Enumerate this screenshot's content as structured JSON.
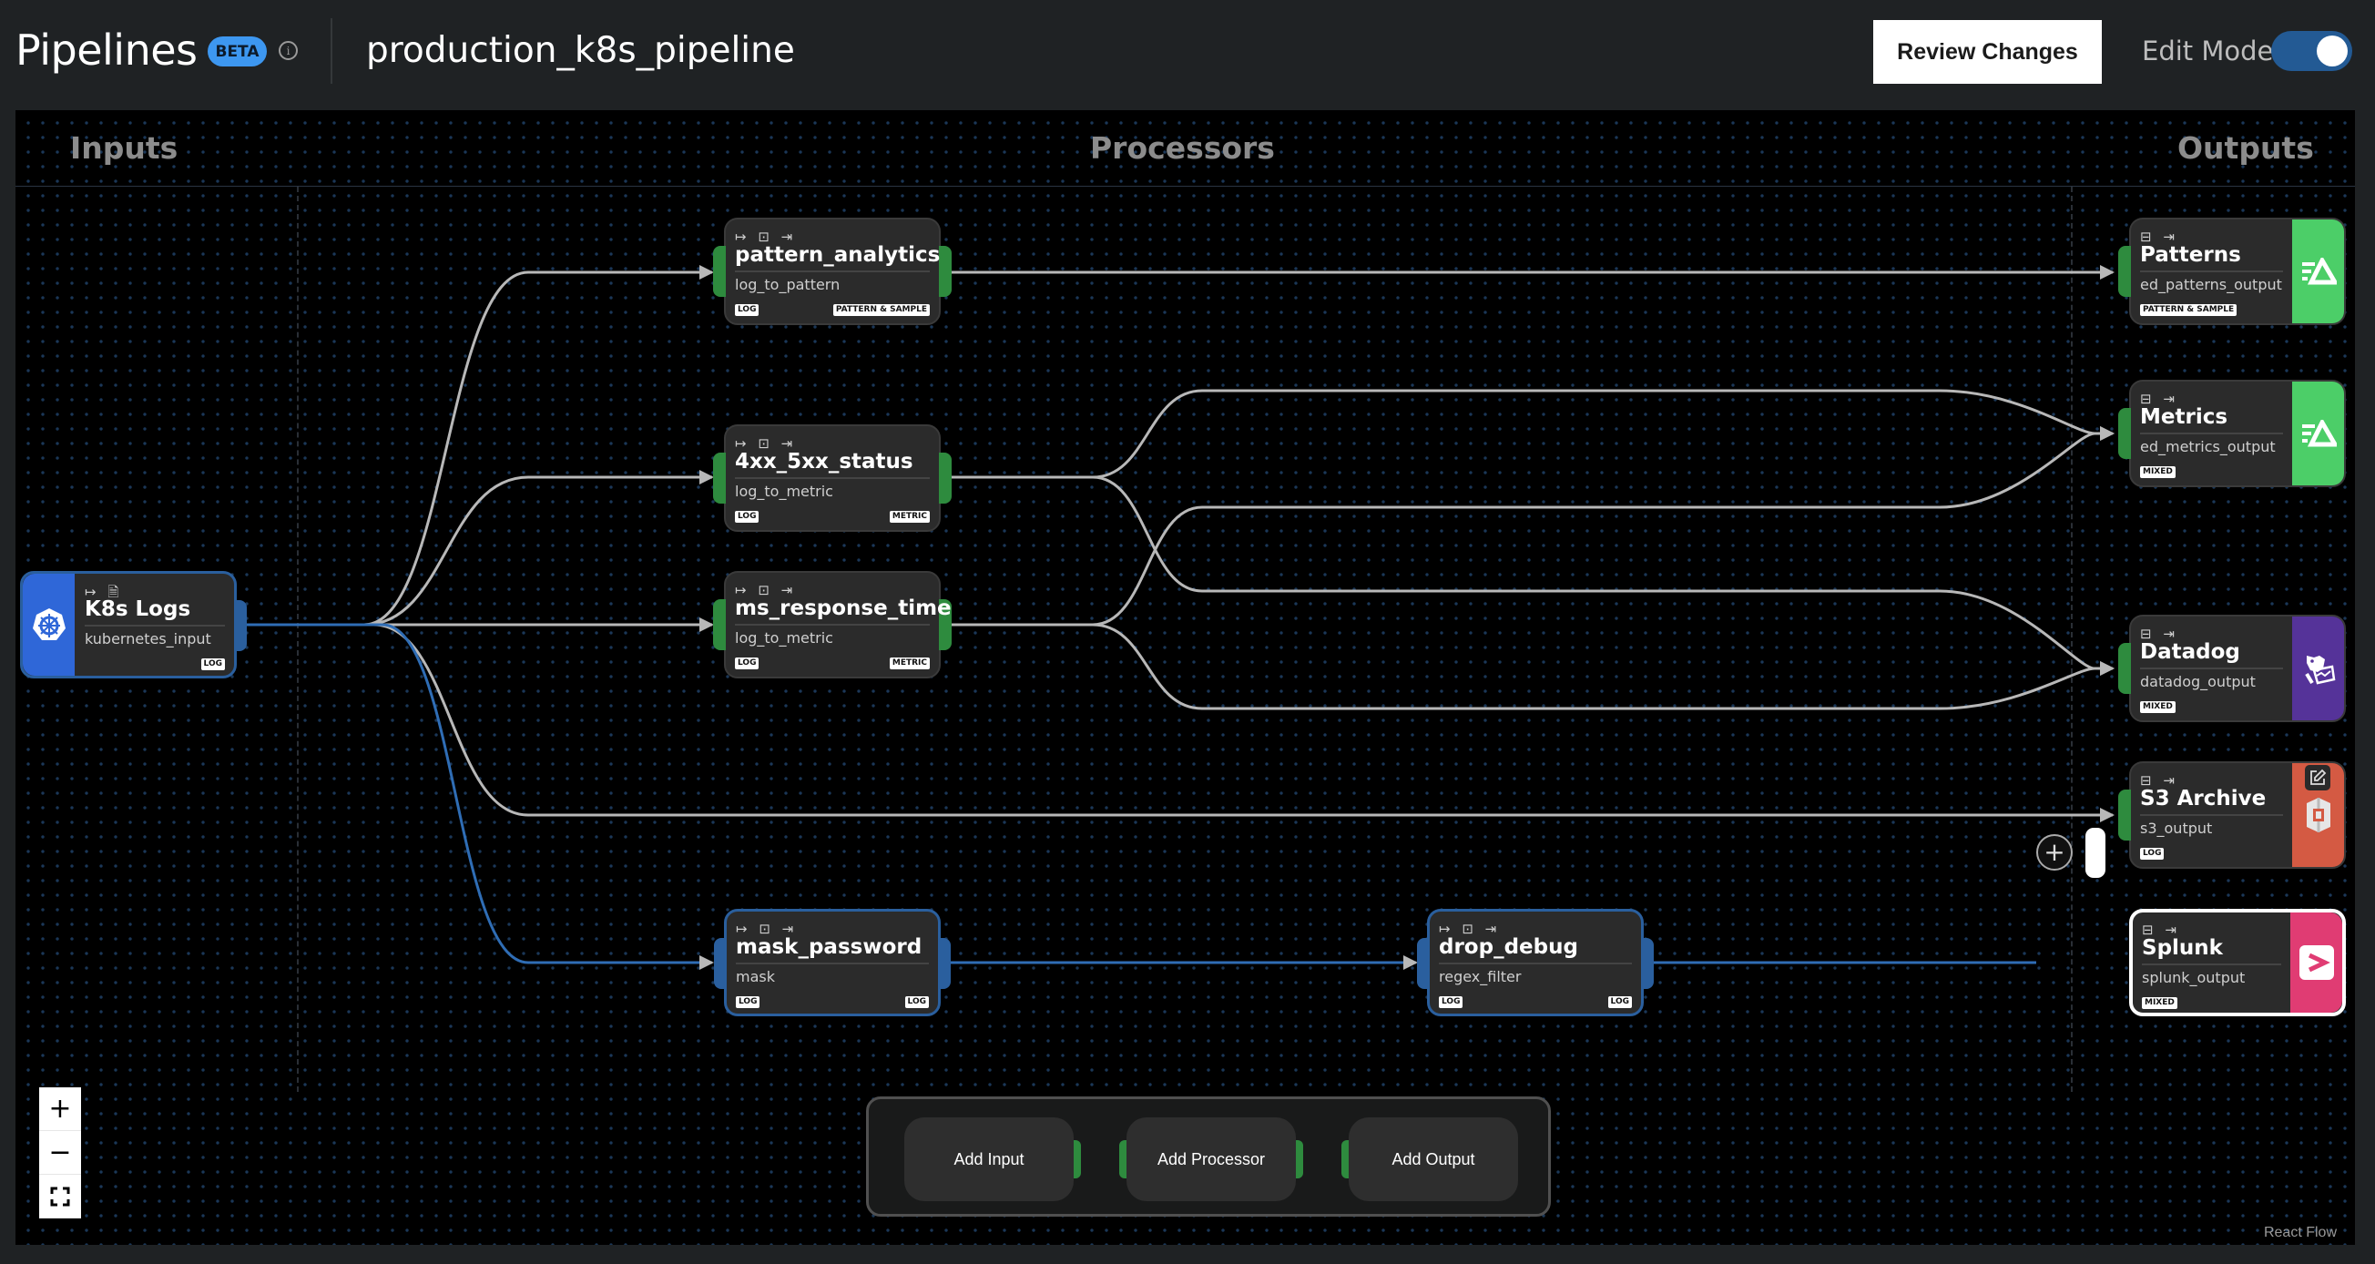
{
  "header": {
    "title": "Pipelines",
    "badge": "BETA",
    "info_icon": "info-icon",
    "pipeline_name": "production_k8s_pipeline",
    "review_button": "Review Changes",
    "edit_mode_label": "Edit Mode",
    "edit_mode_on": true
  },
  "canvas": {
    "columns": [
      "Inputs",
      "Processors",
      "Outputs"
    ],
    "attribution": "React Flow",
    "colors": {
      "edge": "#b8b8b8",
      "edge_selected": "#2f6db5",
      "handle": "#2e8b3e",
      "background": "#000000"
    }
  },
  "inputs": [
    {
      "title": "K8s Logs",
      "subtitle": "kubernetes_input",
      "tags": [
        "LOG"
      ],
      "icon": "kubernetes-icon",
      "color": "#2f67d8",
      "selected_path": true
    }
  ],
  "processors": [
    {
      "title": "pattern_analytics",
      "subtitle": "log_to_pattern",
      "in_tag": "LOG",
      "out_tag": "PATTERN & SAMPLE"
    },
    {
      "title": "4xx_5xx_status",
      "subtitle": "log_to_metric",
      "in_tag": "LOG",
      "out_tag": "METRIC"
    },
    {
      "title": "ms_response_time",
      "subtitle": "log_to_metric",
      "in_tag": "LOG",
      "out_tag": "METRIC"
    },
    {
      "title": "mask_password",
      "subtitle": "mask",
      "in_tag": "LOG",
      "out_tag": "LOG",
      "selected_path": true
    },
    {
      "title": "drop_debug",
      "subtitle": "regex_filter",
      "in_tag": "LOG",
      "out_tag": "LOG",
      "selected_path": true
    }
  ],
  "outputs": [
    {
      "title": "Patterns",
      "subtitle": "ed_patterns_output",
      "tag": "PATTERN & SAMPLE",
      "icon": "edge-delta-icon",
      "color": "#4cce68"
    },
    {
      "title": "Metrics",
      "subtitle": "ed_metrics_output",
      "tag": "MIXED",
      "icon": "edge-delta-icon",
      "color": "#4cce68"
    },
    {
      "title": "Datadog",
      "subtitle": "datadog_output",
      "tag": "MIXED",
      "icon": "datadog-icon",
      "color": "#553399"
    },
    {
      "title": "S3 Archive",
      "subtitle": "s3_output",
      "tag": "LOG",
      "icon": "s3-icon",
      "color": "#d45a43"
    },
    {
      "title": "Splunk",
      "subtitle": "splunk_output",
      "tag": "MIXED",
      "icon": "splunk-icon",
      "color": "#e03c73",
      "selected": true
    }
  ],
  "edges": [
    {
      "from": "K8s Logs",
      "to": "pattern_analytics"
    },
    {
      "from": "K8s Logs",
      "to": "4xx_5xx_status"
    },
    {
      "from": "K8s Logs",
      "to": "ms_response_time"
    },
    {
      "from": "K8s Logs",
      "to": "S3 Archive"
    },
    {
      "from": "K8s Logs",
      "to": "mask_password",
      "highlighted": true
    },
    {
      "from": "pattern_analytics",
      "to": "Patterns"
    },
    {
      "from": "4xx_5xx_status",
      "to": "Metrics"
    },
    {
      "from": "4xx_5xx_status",
      "to": "Datadog"
    },
    {
      "from": "ms_response_time",
      "to": "Metrics"
    },
    {
      "from": "ms_response_time",
      "to": "Datadog"
    },
    {
      "from": "mask_password",
      "to": "drop_debug",
      "highlighted": true
    },
    {
      "from": "drop_debug",
      "to": "Splunk",
      "highlighted": true
    }
  ],
  "toolbar": {
    "add_input": "Add Input",
    "add_processor": "Add Processor",
    "add_output": "Add Output"
  },
  "zoom_controls": {
    "zoom_in": "+",
    "zoom_out": "−"
  }
}
